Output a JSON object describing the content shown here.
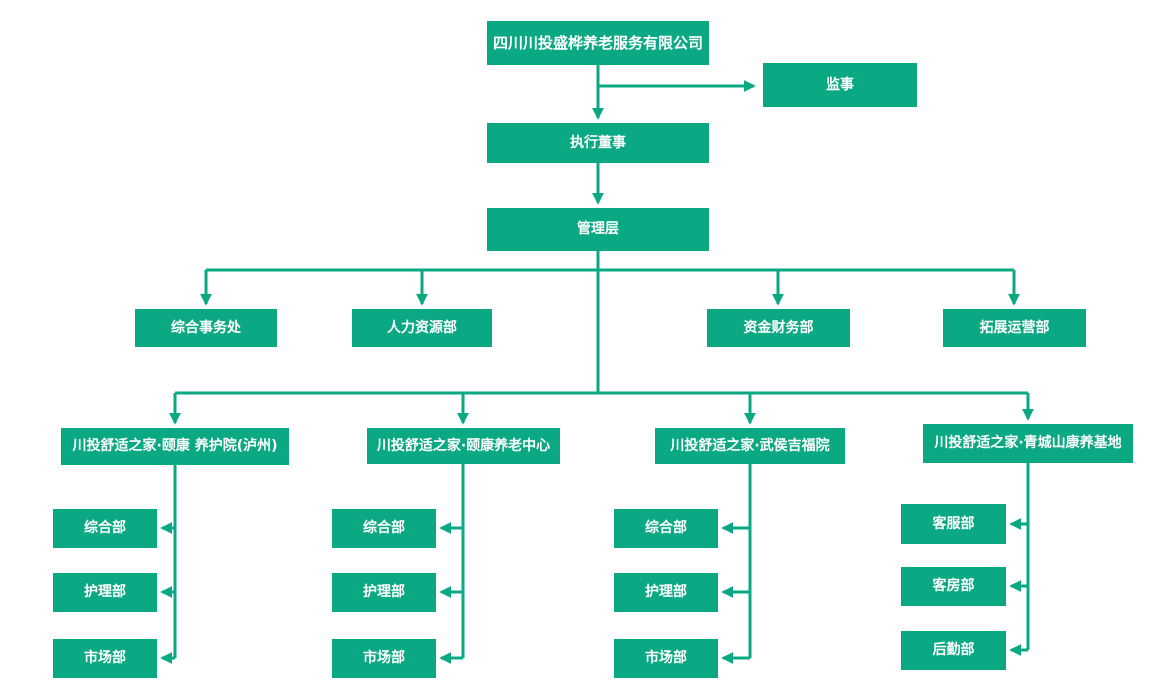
{
  "colors": {
    "node-fill": "#0ba884",
    "node-text": "#ffffff",
    "connector": "#0ba884"
  },
  "org": {
    "root": {
      "label": "四川川投盛桦养老服务有限公司"
    },
    "supervisor": {
      "label": "监事"
    },
    "executive": {
      "label": "执行董事"
    },
    "management": {
      "label": "管理层"
    },
    "departments": [
      {
        "label": "综合事务处"
      },
      {
        "label": "人力资源部"
      },
      {
        "label": "资金财务部"
      },
      {
        "label": "拓展运营部"
      }
    ],
    "branches": [
      {
        "label": "川投舒适之家·颐康 养护院(泸州)",
        "children": [
          {
            "label": "综合部"
          },
          {
            "label": "护理部"
          },
          {
            "label": "市场部"
          }
        ]
      },
      {
        "label": "川投舒适之家·颐康养老中心",
        "children": [
          {
            "label": "综合部"
          },
          {
            "label": "护理部"
          },
          {
            "label": "市场部"
          }
        ]
      },
      {
        "label": "川投舒适之家·武侯吉福院",
        "children": [
          {
            "label": "综合部"
          },
          {
            "label": "护理部"
          },
          {
            "label": "市场部"
          }
        ]
      },
      {
        "label": "川投舒适之家·青城山康养基地",
        "children": [
          {
            "label": "客服部"
          },
          {
            "label": "客房部"
          },
          {
            "label": "后勤部"
          }
        ]
      }
    ]
  }
}
